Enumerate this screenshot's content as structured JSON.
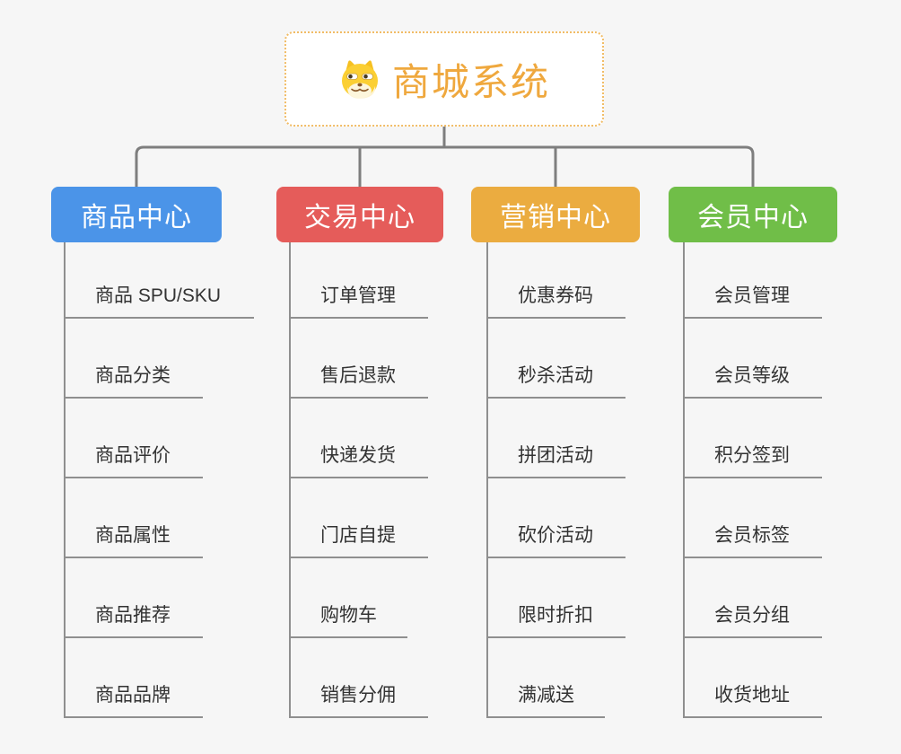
{
  "canvas": {
    "background": "#f6f6f6",
    "connector_color": "#7e7e7e",
    "underline_color": "#8f8f8f",
    "leaf_text_color": "#333333"
  },
  "root": {
    "title": "商城系统",
    "icon": "doge-face-icon",
    "title_color": "#efa83e",
    "border_color": "#f1bc66",
    "background": "#ffffff"
  },
  "branches": [
    {
      "label": "商品中心",
      "color": "#4b94e8",
      "children": [
        "商品 SPU/SKU",
        "商品分类",
        "商品评价",
        "商品属性",
        "商品推荐",
        "商品品牌"
      ]
    },
    {
      "label": "交易中心",
      "color": "#e55c5a",
      "children": [
        "订单管理",
        "售后退款",
        "快递发货",
        "门店自提",
        "购物车",
        "销售分佣"
      ]
    },
    {
      "label": "营销中心",
      "color": "#ebac40",
      "children": [
        "优惠券码",
        "秒杀活动",
        "拼团活动",
        "砍价活动",
        "限时折扣",
        "满减送"
      ]
    },
    {
      "label": "会员中心",
      "color": "#70be48",
      "children": [
        "会员管理",
        "会员等级",
        "积分签到",
        "会员标签",
        "会员分组",
        "收货地址"
      ]
    }
  ]
}
